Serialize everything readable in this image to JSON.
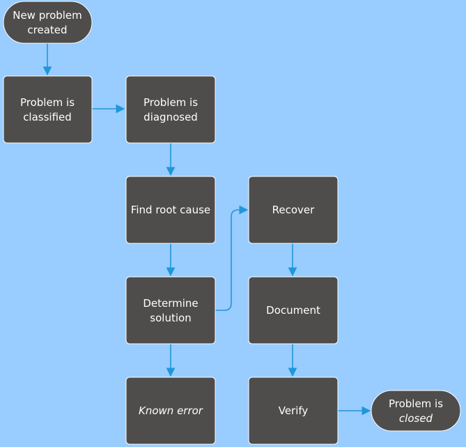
{
  "diagram": {
    "colors": {
      "background": "#99ccff",
      "node_fill": "#4f4d4b",
      "node_border": "#ffffff",
      "node_text": "#ffffff",
      "connector": "#1f97d9"
    },
    "nodes": {
      "start": {
        "line1": "New problem",
        "line2": "created"
      },
      "classified": {
        "line1": "Problem is",
        "line2": "classified"
      },
      "diagnosed": {
        "line1": "Problem is",
        "line2": "diagnosed"
      },
      "root_cause": {
        "line1": "Find root cause"
      },
      "solution": {
        "line1": "Determine",
        "line2": "solution"
      },
      "known_error": {
        "line1": "Known error"
      },
      "recover": {
        "line1": "Recover"
      },
      "document": {
        "line1": "Document"
      },
      "verify": {
        "line1": "Verify"
      },
      "closed": {
        "line1": "Problem is",
        "line2": "closed"
      }
    }
  }
}
